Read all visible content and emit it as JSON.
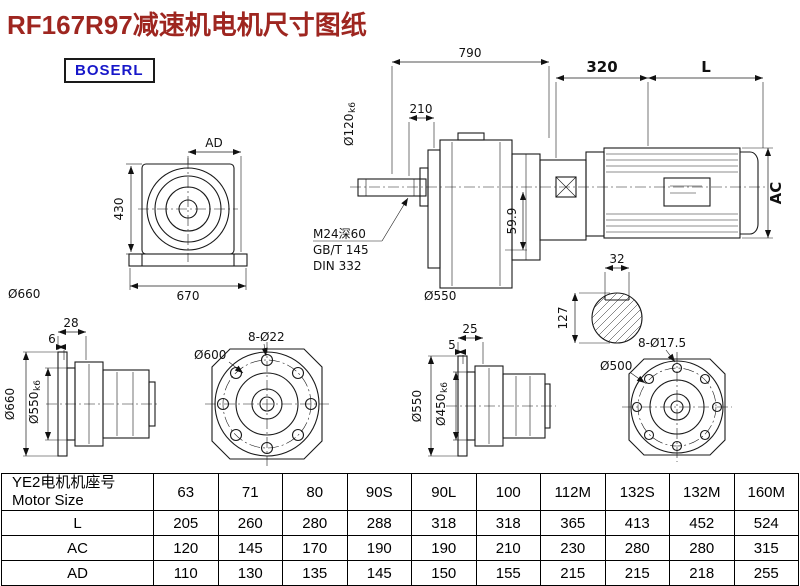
{
  "page": {
    "title": "RF167R97减速机电机尺寸图纸",
    "brand": "BOSERL"
  },
  "dims": {
    "front": {
      "ad": "AD",
      "h430": "430",
      "w670": "670",
      "d660": "Ø660"
    },
    "side": {
      "len790": "790",
      "len210": "210",
      "shaft_dia": "Ø120",
      "shaft_tol": "k6",
      "tap": "M24深60",
      "std1": "GB/T 145",
      "std2": "DIN 332",
      "h599": "59.9",
      "d550": "Ø550"
    },
    "motor": {
      "len320": "320",
      "lenL": "L",
      "ac": "AC",
      "key32": "32",
      "dia127": "127"
    },
    "flange1": {
      "off28": "28",
      "off6": "6",
      "d660": "Ø660",
      "spigot": "Ø550",
      "spigot_tol": "k6"
    },
    "face1": {
      "d600": "Ø600",
      "holes": "8-Ø22"
    },
    "flange2": {
      "off25": "25",
      "off5": "5",
      "d550": "Ø550",
      "spigot": "Ø450",
      "spigot_tol": "k6"
    },
    "face2": {
      "d500": "Ø500",
      "holes": "8-Ø17.5"
    }
  },
  "table": {
    "header_cn": "YE2电机机座号",
    "header_en": "Motor Size",
    "columns": [
      "63",
      "71",
      "80",
      "90S",
      "90L",
      "100",
      "112M",
      "132S",
      "132M",
      "160M"
    ],
    "rows": [
      {
        "label": "L",
        "values": [
          "205",
          "260",
          "280",
          "288",
          "318",
          "318",
          "365",
          "413",
          "452",
          "524"
        ]
      },
      {
        "label": "AC",
        "values": [
          "120",
          "145",
          "170",
          "190",
          "190",
          "210",
          "230",
          "280",
          "280",
          "315"
        ]
      },
      {
        "label": "AD",
        "values": [
          "110",
          "130",
          "135",
          "145",
          "150",
          "155",
          "215",
          "215",
          "218",
          "255"
        ]
      }
    ]
  }
}
